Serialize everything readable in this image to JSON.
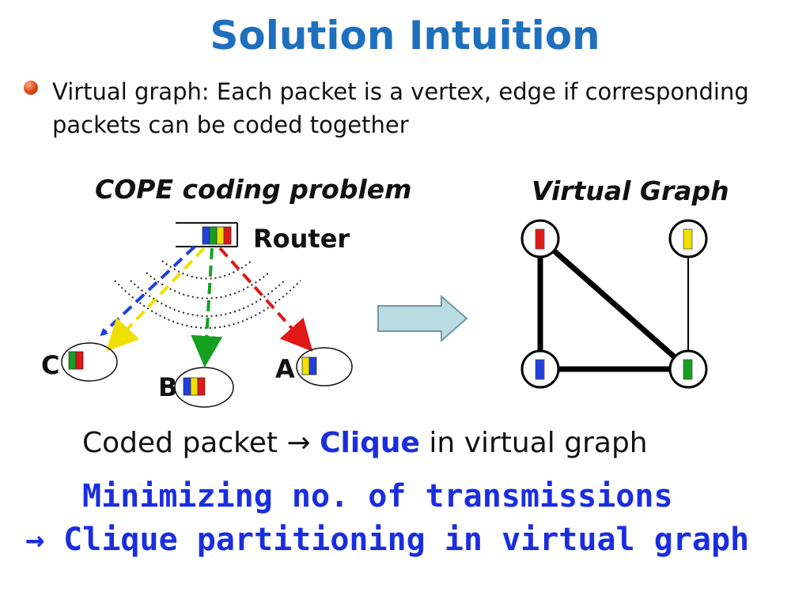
{
  "slide": {
    "title": "Solution Intuition",
    "bullet": "Virtual graph: Each packet is a vertex, edge if corresponding packets can be coded together",
    "left_heading": "COPE coding problem",
    "right_heading": "Virtual Graph",
    "router_label": "Router",
    "node_c": "C",
    "node_b": "B",
    "node_a": "A",
    "coded_prefix": "Coded packet ",
    "coded_arrow": "→",
    "coded_highlight": "Clique",
    "coded_suffix": " in virtual graph",
    "minimize_line": "Minimizing no. of transmissions",
    "partition_arrow": "→",
    "partition_line": " Clique partitioning in virtual graph"
  },
  "colors": {
    "title": "#1f6fbf",
    "emphasis": "#1a2ee0",
    "packet_red": "#e01818",
    "packet_yellow": "#f0e000",
    "packet_blue": "#1f3fe0",
    "packet_green": "#14a020"
  },
  "icons": {
    "bullet": "orange-ball-bullet-icon",
    "transition_arrow": "right-block-arrow-icon"
  }
}
